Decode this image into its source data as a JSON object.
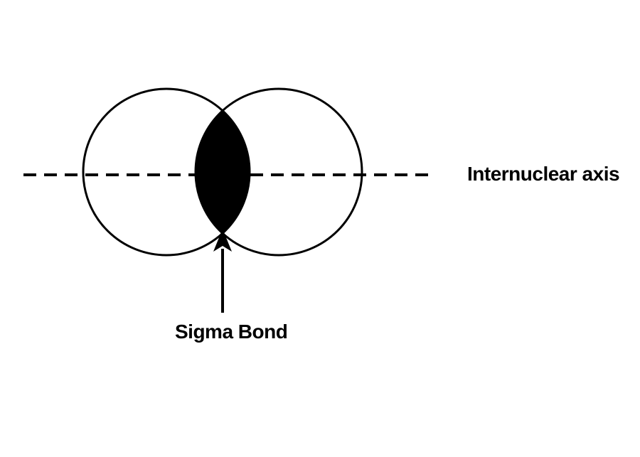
{
  "diagram": {
    "title": "sigma bond orbital overlap",
    "axis_label": "Internuclear axis",
    "sigma_label": "Sigma Bond",
    "colors": {
      "ink": "#000000",
      "background": "#ffffff",
      "overlap_fill": "#000000"
    }
  }
}
